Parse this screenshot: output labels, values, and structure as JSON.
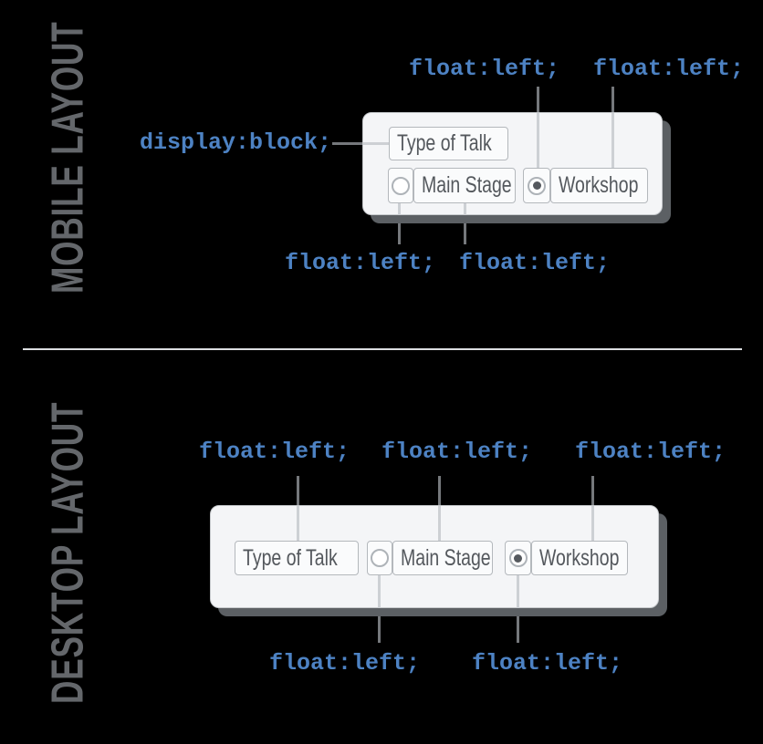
{
  "colors": {
    "code-blue": "#4d82c3",
    "heading-gray": "#64676b",
    "panel-bg": "#f4f5f7",
    "panel-shadow": "#5c6064",
    "box-border": "#b4b8bc",
    "box-text": "#54585d",
    "radio-dot": "#55595e",
    "line-dark": "#75787c",
    "line-light": "#cdd0d4",
    "divider": "#dcdee1",
    "background": "#000000"
  },
  "mobile": {
    "heading": "MOBILE LAYOUT",
    "annotations": {
      "display_block": "display:block;",
      "top": [
        "float:left;",
        "float:left;"
      ],
      "bottom": [
        "float:left;",
        "float:left;"
      ]
    },
    "form": {
      "legend": "Type of Talk",
      "options": [
        {
          "label": "Main Stage",
          "selected": false
        },
        {
          "label": "Workshop",
          "selected": true
        }
      ]
    }
  },
  "desktop": {
    "heading": "DESKTOP LAYOUT",
    "annotations": {
      "top": [
        "float:left;",
        "float:left;",
        "float:left;"
      ],
      "bottom": [
        "float:left;",
        "float:left;"
      ]
    },
    "form": {
      "legend": "Type of Talk",
      "options": [
        {
          "label": "Main Stage",
          "selected": false
        },
        {
          "label": "Workshop",
          "selected": true
        }
      ]
    }
  }
}
